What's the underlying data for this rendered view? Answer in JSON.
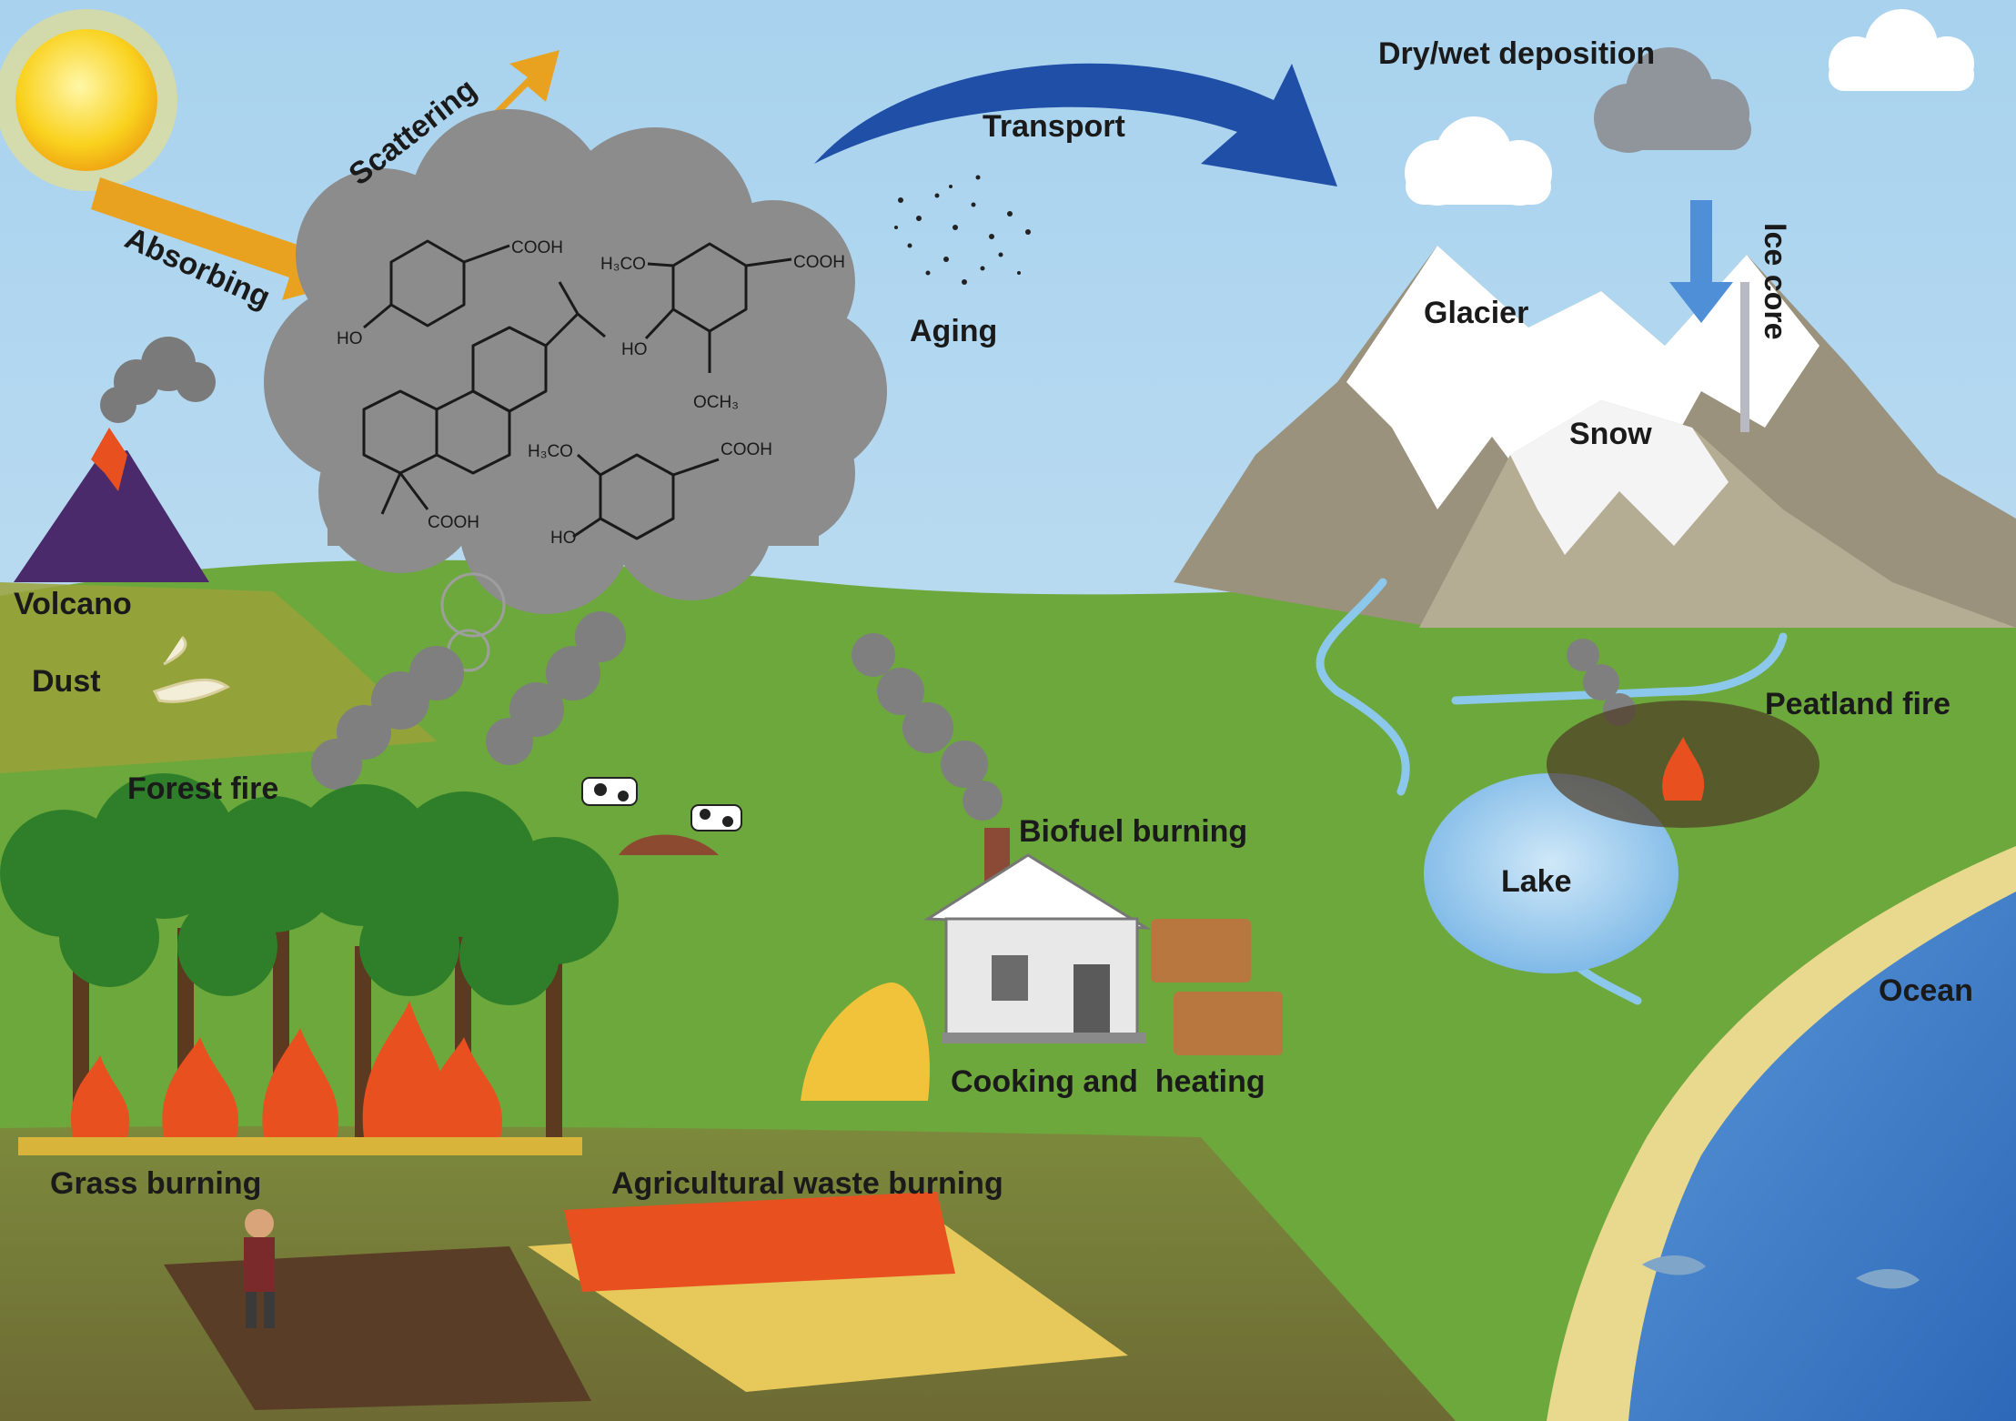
{
  "labels": {
    "dry_wet_deposition": "Dry/wet deposition",
    "transport": "Transport",
    "scattering": "Scattering",
    "absorbing": "Absorbing",
    "aging": "Aging",
    "glacier": "Glacier",
    "ice_core": "Ice core",
    "snow": "Snow",
    "volcano": "Volcano",
    "dust": "Dust",
    "forest_fire": "Forest fire",
    "peatland_fire": "Peatland fire",
    "biofuel_burning": "Biofuel burning",
    "lake": "Lake",
    "ocean": "Ocean",
    "cooking_and_heating": "Cooking and  heating",
    "grass_burning": "Grass burning",
    "agricultural_waste_burning": "Agricultural waste burning"
  },
  "chemistry": {
    "cooh_1": "COOH",
    "ho_1": "HO",
    "h3co_1": "H₃CO",
    "cooh_2": "COOH",
    "ho_2": "HO",
    "och3": "OCH₃",
    "cooh_3": "COOH",
    "h3co_2": "H₃CO",
    "cooh_4": "COOH",
    "ho_3": "HO"
  },
  "colors": {
    "sky": "#b7d9ef",
    "grass": "#6da83c",
    "ocean": "#3f7fcc",
    "smoke": "#8c8c8c",
    "arrow_orange": "#e9a21f",
    "arrow_blue": "#1f4fa6",
    "fire": "#e8501f"
  }
}
